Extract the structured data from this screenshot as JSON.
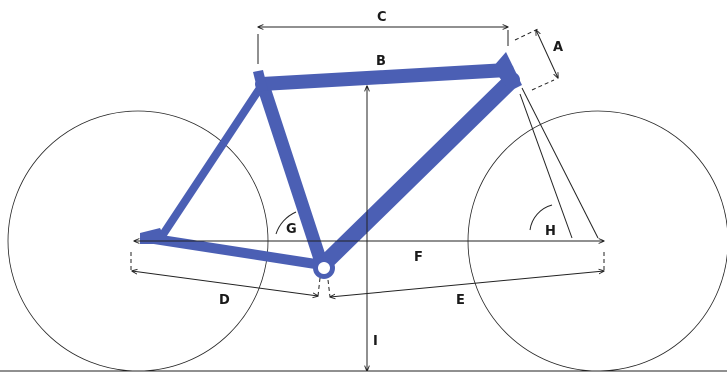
{
  "colors": {
    "frame": "#4b5fb4",
    "lines": "#222222",
    "background": "#ffffff"
  },
  "labels": {
    "A": "A",
    "B": "B",
    "C": "C",
    "D": "D",
    "E": "E",
    "F": "F",
    "G": "G",
    "H": "H",
    "I": "I"
  }
}
